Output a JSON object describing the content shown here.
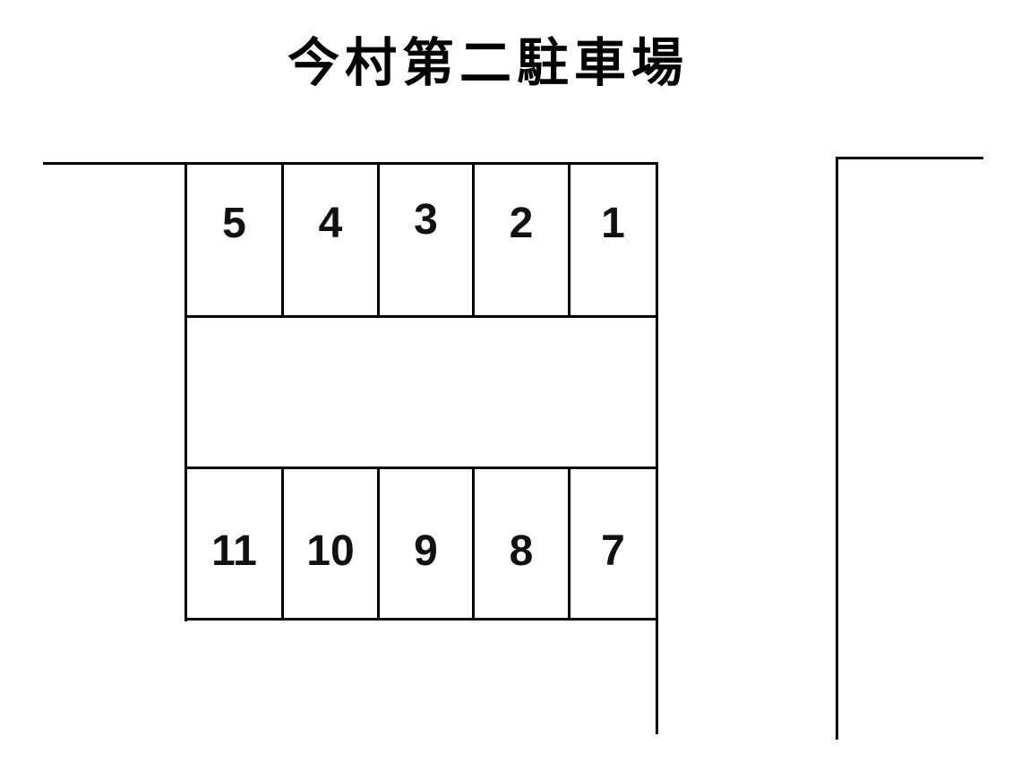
{
  "title": "今村第二駐車場",
  "colors": {
    "line": "#000000",
    "background": "#ffffff",
    "text": "#000000"
  },
  "lot": {
    "top_row": [
      {
        "number": "5"
      },
      {
        "number": "4"
      },
      {
        "number": "3"
      },
      {
        "number": "2"
      },
      {
        "number": "1"
      }
    ],
    "bottom_row": [
      {
        "number": "11"
      },
      {
        "number": "10"
      },
      {
        "number": "9"
      },
      {
        "number": "8"
      },
      {
        "number": "7"
      }
    ]
  }
}
